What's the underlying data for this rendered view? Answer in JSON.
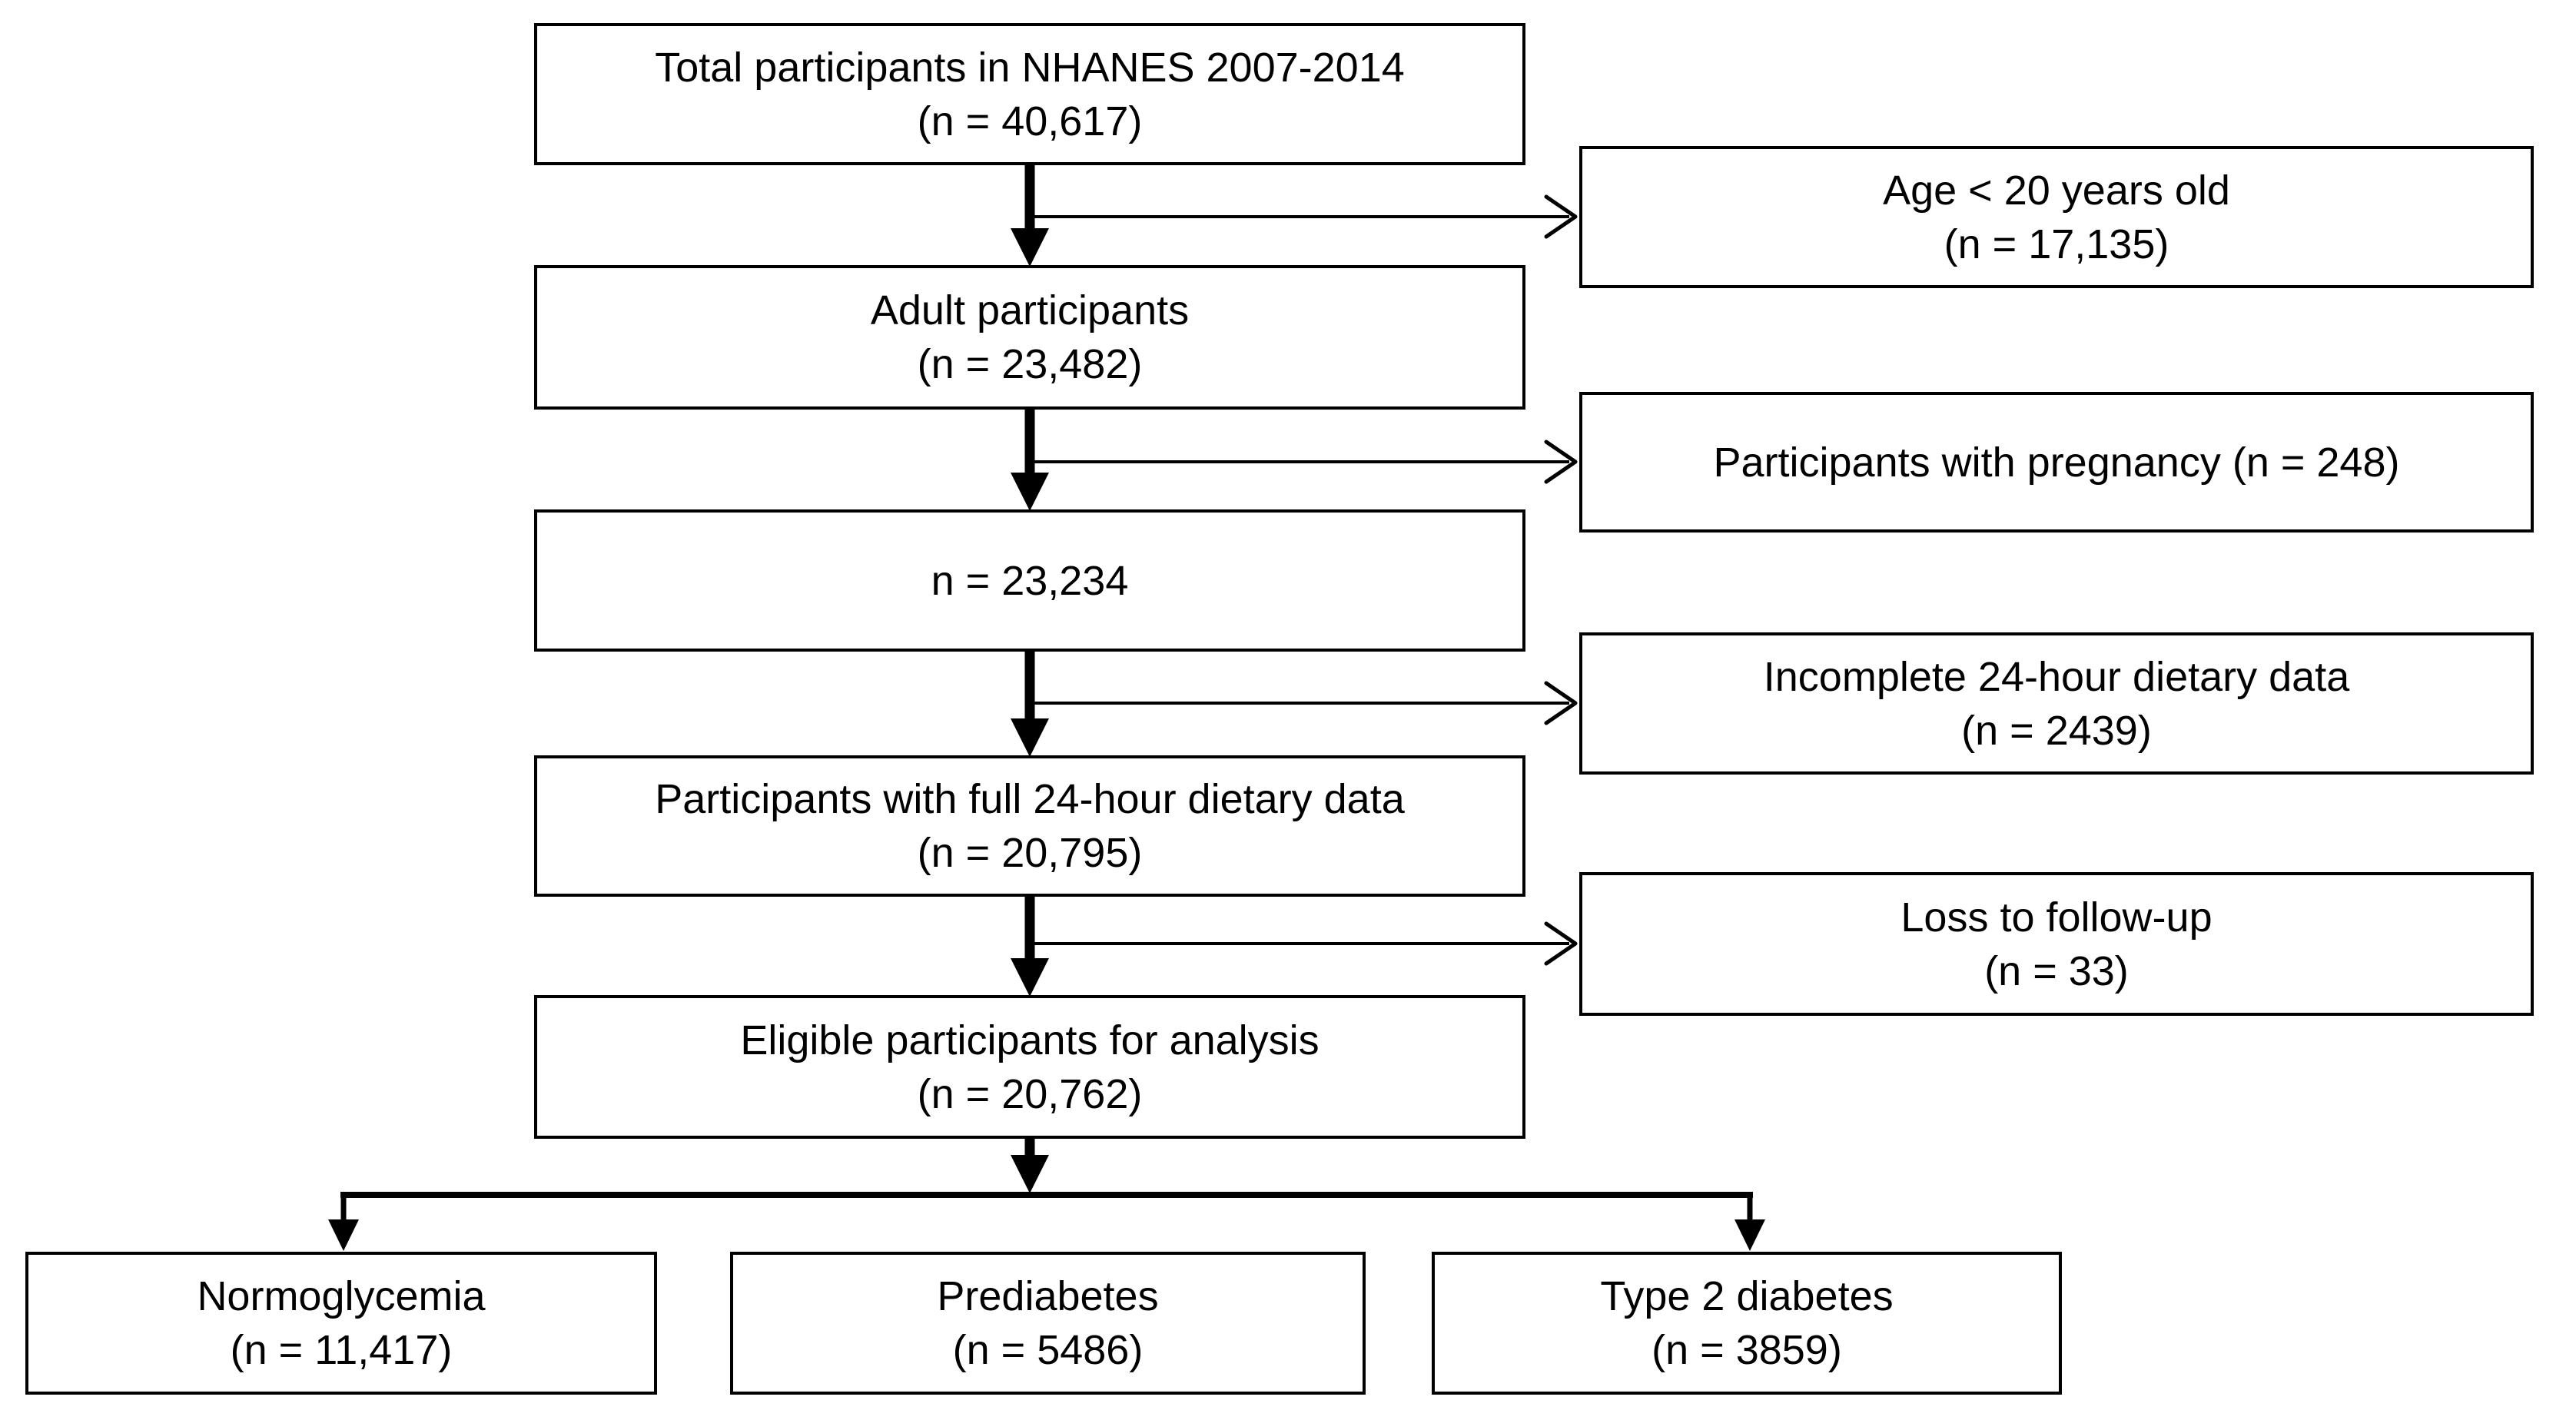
{
  "diagram_type": "participant-flow-chart",
  "colors": {
    "background": "#ffffff",
    "box_border": "#000000",
    "box_fill": "#ffffff",
    "text": "#000000",
    "arrow": "#000000"
  },
  "nodes": {
    "total": {
      "line1": "Total participants in NHANES 2007-2014",
      "line2": "(n = 40,617)"
    },
    "age_excluded": {
      "line1": "Age < 20 years old",
      "line2": "(n = 17,135)"
    },
    "adult": {
      "line1": "Adult participants",
      "line2": "(n = 23,482)"
    },
    "pregnancy_excluded": {
      "line1": "Participants with pregnancy (n = 248)"
    },
    "after_pregnancy": {
      "line1": "n = 23,234"
    },
    "dietary_excluded": {
      "line1": "Incomplete 24-hour dietary data",
      "line2": "(n = 2439)"
    },
    "full_dietary": {
      "line1": "Participants with full 24-hour dietary data",
      "line2": "(n = 20,795)"
    },
    "followup_excluded": {
      "line1": "Loss to follow-up",
      "line2": "(n = 33)"
    },
    "eligible": {
      "line1": "Eligible participants for analysis",
      "line2": "(n = 20,762)"
    },
    "normoglycemia": {
      "line1": "Normoglycemia",
      "line2": "(n = 11,417)"
    },
    "prediabetes": {
      "line1": "Prediabetes",
      "line2": "(n = 5486)"
    },
    "type2_diabetes": {
      "line1": "Type 2 diabetes",
      "line2": "(n = 3859)"
    }
  },
  "edges": [
    {
      "from": "total",
      "to": "adult",
      "type": "main"
    },
    {
      "from": "total",
      "to": "age_excluded",
      "type": "exclusion"
    },
    {
      "from": "adult",
      "to": "after_pregnancy",
      "type": "main"
    },
    {
      "from": "adult",
      "to": "pregnancy_excluded",
      "type": "exclusion"
    },
    {
      "from": "after_pregnancy",
      "to": "full_dietary",
      "type": "main"
    },
    {
      "from": "after_pregnancy",
      "to": "dietary_excluded",
      "type": "exclusion"
    },
    {
      "from": "full_dietary",
      "to": "eligible",
      "type": "main"
    },
    {
      "from": "full_dietary",
      "to": "followup_excluded",
      "type": "exclusion"
    },
    {
      "from": "eligible",
      "to": "normoglycemia",
      "type": "split"
    },
    {
      "from": "eligible",
      "to": "prediabetes",
      "type": "split"
    },
    {
      "from": "eligible",
      "to": "type2_diabetes",
      "type": "split"
    }
  ]
}
